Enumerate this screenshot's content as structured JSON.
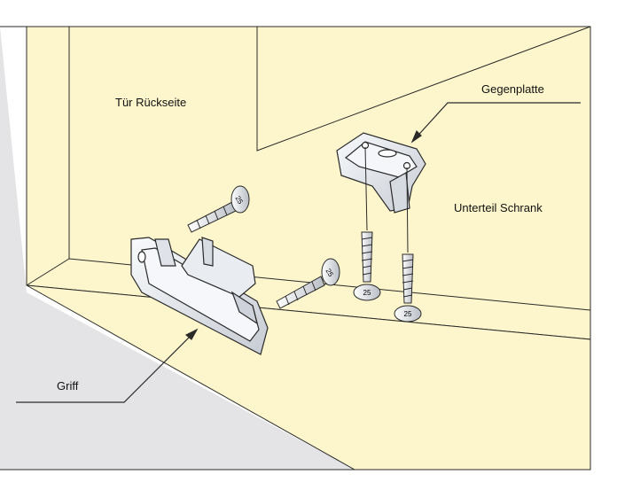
{
  "labels": {
    "door_back": "Tür Rückseite",
    "counter_plate": "Gegenplatte",
    "cabinet_base": "Unterteil Schrank",
    "handle": "Griff"
  },
  "screw_head_marking": "25",
  "colors": {
    "panel": "#fdf6cc",
    "floor_left": "#e4e4e6",
    "metal": "#eef1f5",
    "metal_shadow": "#c9ced6",
    "line": "#2a2a2a"
  }
}
